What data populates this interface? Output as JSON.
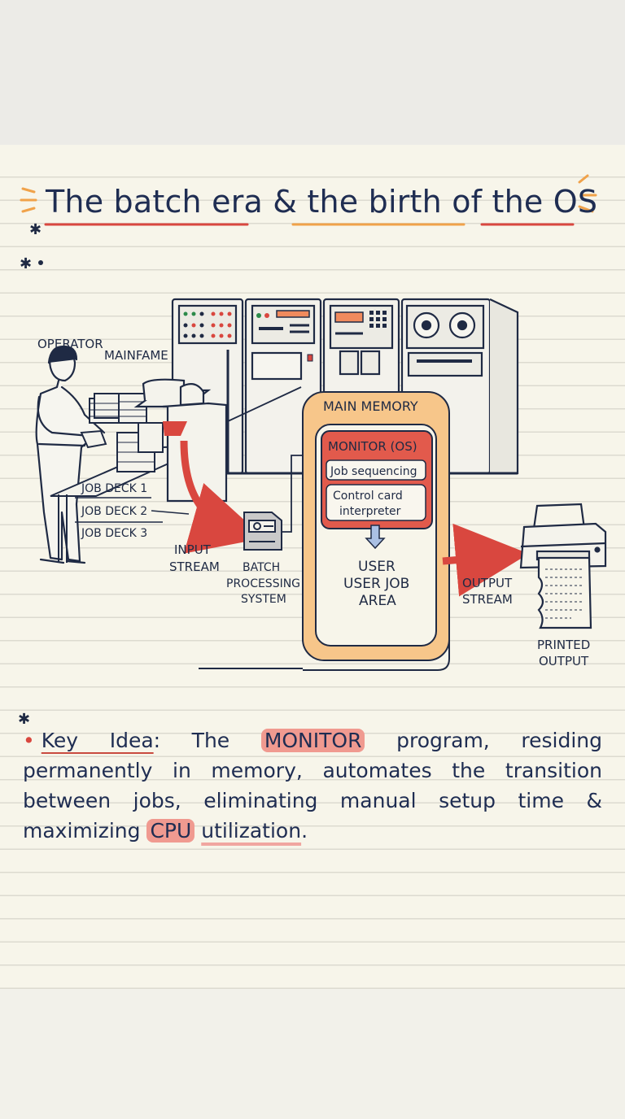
{
  "title": "The batch era & the birth of the OS",
  "labels": {
    "operator": "OPERATOR",
    "mainframe": "MAINFAME",
    "job_deck_1": "JOB DECK 1",
    "job_deck_2": "JOB DECK 2",
    "job_deck_3": "JOB DECK 3",
    "input_stream_1": "INPUT",
    "input_stream_2": "STREAM",
    "batch_1": "BATCH",
    "batch_2": "PROCESSING",
    "batch_3": "SYSTEM",
    "main_memory": "MAIN MEMORY",
    "monitor": "MONITOR (OS)",
    "job_sequencing": "Job sequencing",
    "control_card_1": "Control card",
    "control_card_2": "interpreter",
    "user_1": "USER",
    "user_2": "USER JOB",
    "user_3": "AREA",
    "output_stream_1": "OUTPUT",
    "output_stream_2": "STREAM",
    "printed_1": "PRINTED",
    "printed_2": "OUTPUT"
  },
  "key_idea": {
    "bullet": "•",
    "label": "Key Idea",
    "sep": ": The ",
    "monitor": "MONITOR",
    "text1": " program, residing permanently in memory, automates the transition between jobs, eliminating manual setup time & maximizing ",
    "cpu": "CPU",
    "space": " ",
    "utilization": "utilization",
    "end": "."
  },
  "colors": {
    "ink": "#1f2a44",
    "accent_red": "#d9473f",
    "memory_orange": "#f4b061",
    "monitor_red": "#e25a4c",
    "highlight": "#f09a90"
  }
}
